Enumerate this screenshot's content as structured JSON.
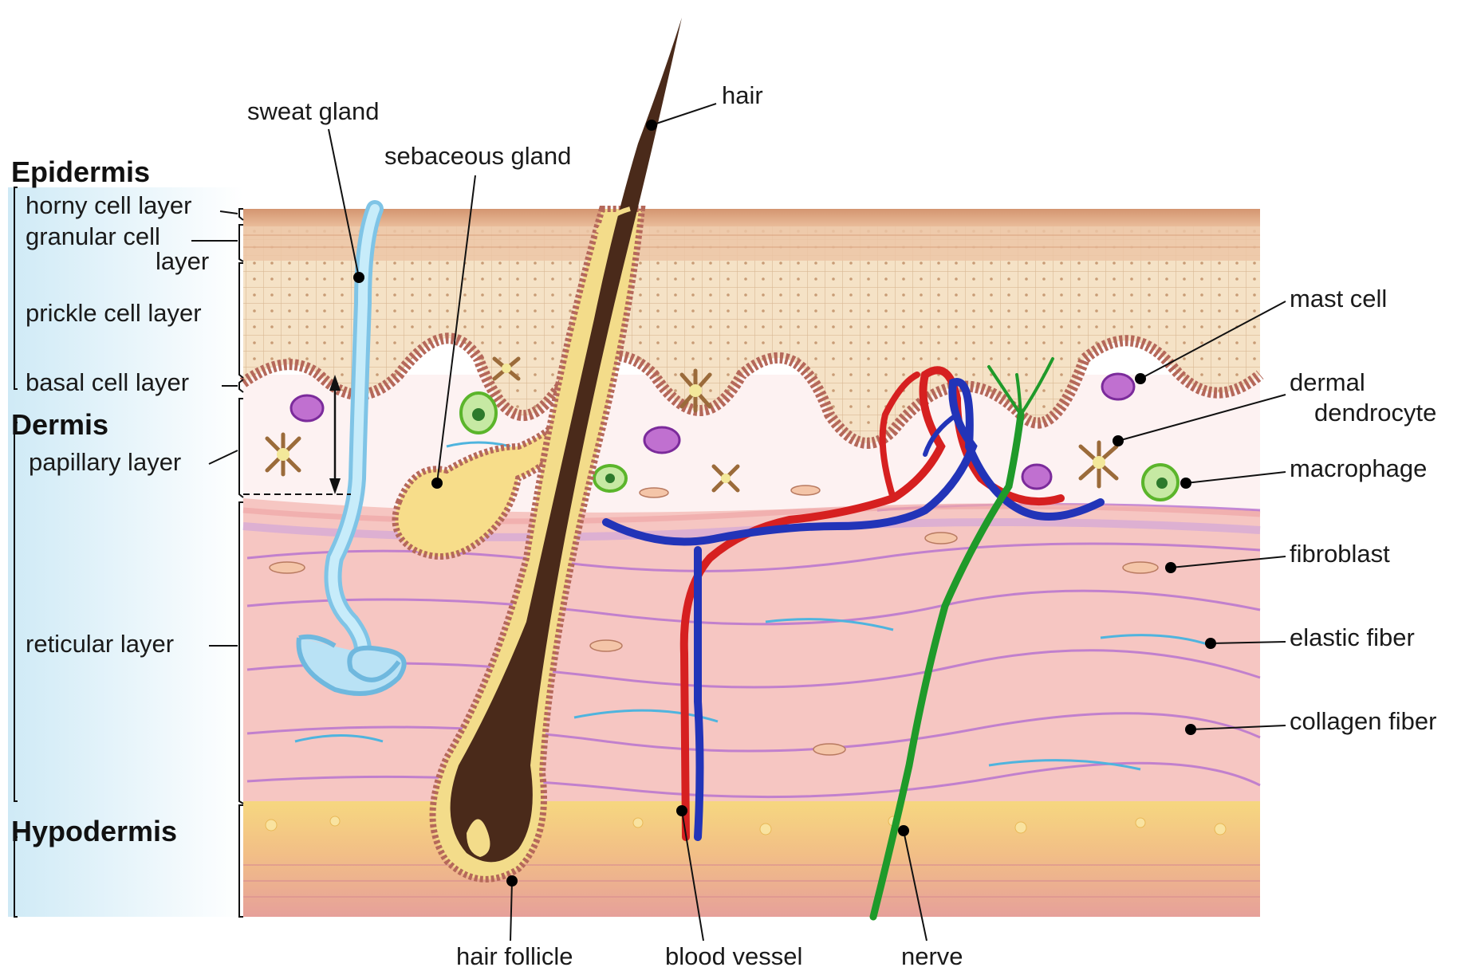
{
  "sections": {
    "epidermis": "Epidermis",
    "dermis": "Dermis",
    "hypodermis": "Hypodermis"
  },
  "left_labels": {
    "horny": "horny cell layer",
    "granular_1": "granular cell",
    "granular_2": "layer",
    "prickle": "prickle cell layer",
    "basal": "basal cell layer",
    "papillary": "papillary layer",
    "reticular": "reticular layer"
  },
  "top_labels": {
    "sweat_gland": "sweat gland",
    "sebaceous_gland": "sebaceous gland",
    "hair": "hair"
  },
  "right_labels": {
    "mast_cell": "mast cell",
    "dermal_dendrocyte_1": "dermal",
    "dermal_dendrocyte_2": "dendrocyte",
    "macrophage": "macrophage",
    "fibroblast": "fibroblast",
    "elastic_fiber": "elastic fiber",
    "collagen_fiber": "collagen fiber"
  },
  "bottom_labels": {
    "hair_follicle": "hair follicle",
    "blood_vessel": "blood vessel",
    "nerve": "nerve"
  },
  "colors": {
    "horny_layer": "#d9a17e",
    "epidermis": "#f3dcc0",
    "basal_cells": "#b5685a",
    "papillary_dermis": "#fdf4f4",
    "reticular_dermis": "#f6c8c4",
    "hypodermis_fat": "#f4d07a",
    "hypodermis_deep": "#e9a9a0",
    "sweat_gland": "#aee0f4",
    "hair": "#4a2a1a",
    "sebaceous": "#f7e08a",
    "artery": "#d62020",
    "vein": "#2234b8",
    "nerve": "#1f9a2a",
    "elastic": "#56b8e0",
    "collagen": "#a860c8",
    "mast_cell": "#9b4ab0",
    "macrophage": "#7fc84a"
  },
  "icons": {
    "bracket": "bracket-icon",
    "arrow": "double-arrow-icon"
  }
}
